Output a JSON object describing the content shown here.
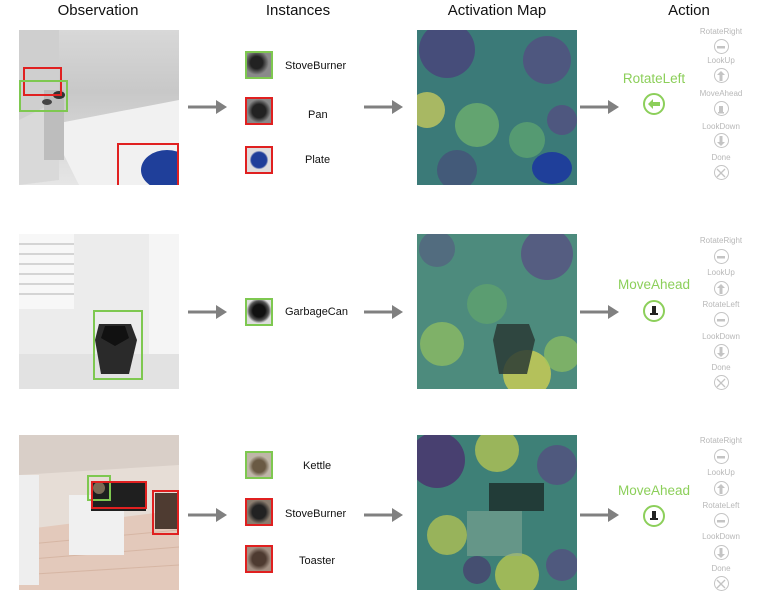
{
  "headers": {
    "observation": "Observation",
    "instances": "Instances",
    "activation_map": "Activation Map",
    "action": "Action"
  },
  "rows": [
    {
      "instances": [
        {
          "label": "StoveBurner",
          "status": "green"
        },
        {
          "label": "Pan",
          "status": "red"
        },
        {
          "label": "Plate",
          "status": "red"
        }
      ],
      "selected_action": "RotateLeft",
      "selected_icon": "arrow-left-icon",
      "other_actions": [
        {
          "label": "RotateRight",
          "icon": "arrow-right-icon"
        },
        {
          "label": "LookUp",
          "icon": "arrow-up-icon"
        },
        {
          "label": "MoveAhead",
          "icon": "move-ahead-icon"
        },
        {
          "label": "LookDown",
          "icon": "arrow-down-icon"
        },
        {
          "label": "Done",
          "icon": "x-icon"
        }
      ]
    },
    {
      "instances": [
        {
          "label": "GarbageCan",
          "status": "green"
        }
      ],
      "selected_action": "MoveAhead",
      "selected_icon": "move-ahead-icon",
      "other_actions": [
        {
          "label": "RotateRight",
          "icon": "arrow-right-icon"
        },
        {
          "label": "LookUp",
          "icon": "arrow-up-icon"
        },
        {
          "label": "RotateLeft",
          "icon": "arrow-left-icon"
        },
        {
          "label": "LookDown",
          "icon": "arrow-down-icon"
        },
        {
          "label": "Done",
          "icon": "x-icon"
        }
      ]
    },
    {
      "instances": [
        {
          "label": "Kettle",
          "status": "green"
        },
        {
          "label": "StoveBurner",
          "status": "red"
        },
        {
          "label": "Toaster",
          "status": "red"
        }
      ],
      "selected_action": "MoveAhead",
      "selected_icon": "move-ahead-icon",
      "other_actions": [
        {
          "label": "RotateRight",
          "icon": "arrow-right-icon"
        },
        {
          "label": "LookUp",
          "icon": "arrow-up-icon"
        },
        {
          "label": "RotateLeft",
          "icon": "arrow-left-icon"
        },
        {
          "label": "LookDown",
          "icon": "arrow-down-icon"
        },
        {
          "label": "Done",
          "icon": "x-icon"
        }
      ]
    }
  ],
  "colors": {
    "positive": "#7ec850",
    "negative": "#e02020",
    "selected_action": "#8ccf5a",
    "inactive_action": "#b8b8b8",
    "flow_arrow": "#808080"
  }
}
